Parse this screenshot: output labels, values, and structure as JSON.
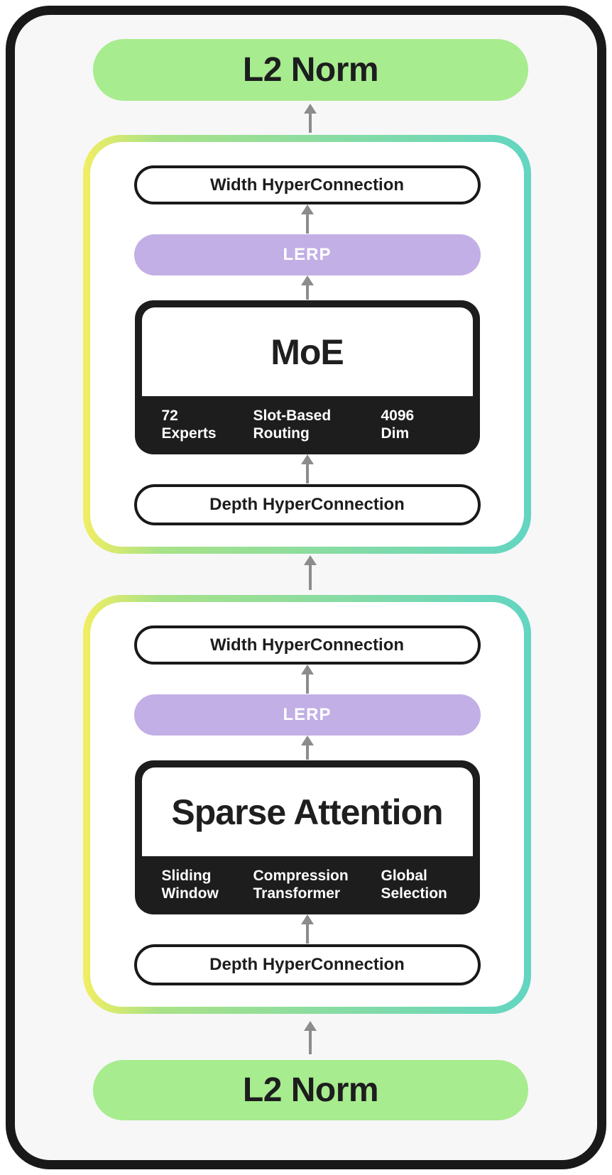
{
  "diagram": {
    "top_norm": "L2 Norm",
    "bottom_norm": "L2 Norm",
    "colors": {
      "norm_green": "#a7ec8e",
      "lerp_purple": "#c2afe5",
      "gradient_yellow": "#f2ee62",
      "gradient_green": "#a9e287",
      "gradient_teal": "#62d5c2",
      "box_black": "#1d1d1d",
      "arrow_gray": "#8c8c8c",
      "panel_bg": "#f7f7f8",
      "ink_black": "#191919"
    },
    "blocks": [
      {
        "width_connection": "Width HyperConnection",
        "lerp": "LERP",
        "module": {
          "title": "MoE",
          "features": [
            {
              "line1": "72",
              "line2": "Experts"
            },
            {
              "line1": "Slot-Based",
              "line2": "Routing"
            },
            {
              "line1": "4096",
              "line2": "Dim"
            }
          ]
        },
        "depth_connection": "Depth HyperConnection"
      },
      {
        "width_connection": "Width HyperConnection",
        "lerp": "LERP",
        "module": {
          "title": "Sparse Attention",
          "features": [
            {
              "line1": "Sliding",
              "line2": "Window"
            },
            {
              "line1": "Compression",
              "line2": "Transformer"
            },
            {
              "line1": "Global",
              "line2": "Selection"
            }
          ]
        },
        "depth_connection": "Depth HyperConnection"
      }
    ]
  }
}
